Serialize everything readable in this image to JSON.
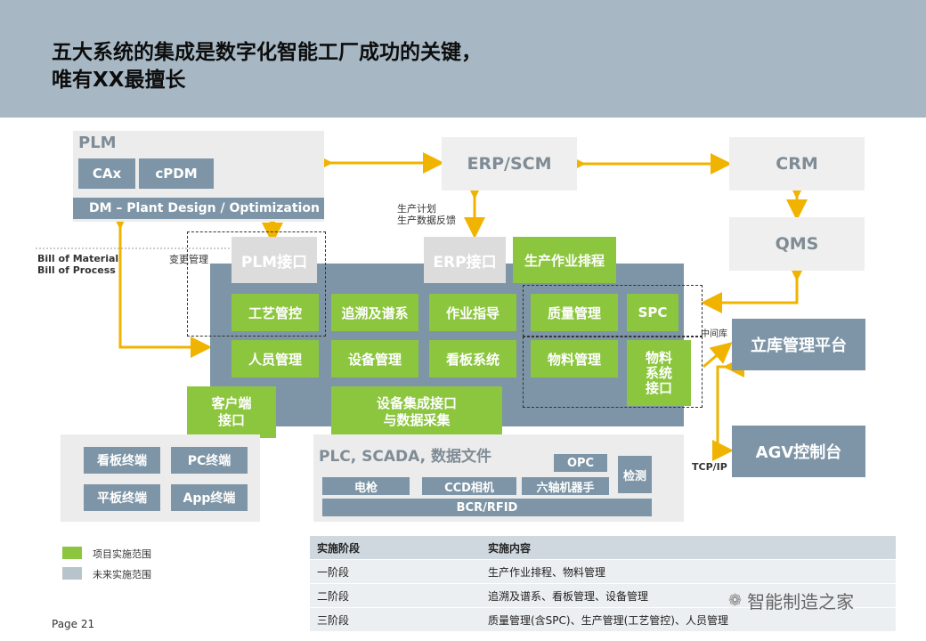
{
  "header": {
    "title_line1": "五大系统的集成是数字化智能工厂成功的关键，",
    "title_line2": "唯有XX最擅长"
  },
  "plm": {
    "label": "PLM",
    "cax": "CAx",
    "cpdm": "cPDM",
    "dm_bar": "DM  – Plant Design / Optimization  S"
  },
  "systems": {
    "erp_scm": "ERP/SCM",
    "crm": "CRM",
    "qms": "QMS",
    "warehouse": "立库管理平台",
    "agv": "AGV控制台"
  },
  "annotations": {
    "production_plan": "生产计划",
    "production_feedback": "生产数据反馈",
    "bom": "Bill of Material",
    "bop": "Bill of Process",
    "change_mgmt": "变更管理",
    "middleware": "中间库",
    "tcpip": "TCP/IP"
  },
  "mes": {
    "plm_interface": "PLM接口",
    "erp_interface": "ERP接口",
    "scheduling": "生产作业排程",
    "process_control": "工艺管控",
    "traceability": "追溯及谱系",
    "work_guidance": "作业指导",
    "quality": "质量管理",
    "spc": "SPC",
    "personnel": "人员管理",
    "equipment": "设备管理",
    "kanban": "看板系统",
    "material": "物料管理",
    "material_iface_1": "物料",
    "material_iface_2": "系统",
    "material_iface_3": "接口",
    "client_iface_1": "客户端",
    "client_iface_2": "接口",
    "device_iface_1": "设备集成接口",
    "device_iface_2": "与数据采集"
  },
  "terminals": {
    "kanban_terminal": "看板终端",
    "pc_terminal": "PC终端",
    "tablet_terminal": "平板终端",
    "app_terminal": "App终端"
  },
  "plc": {
    "label": "PLC, SCADA, 数据文件",
    "opc": "OPC",
    "inspection": "检测",
    "electric_gun": "电枪",
    "ccd_camera": "CCD相机",
    "six_axis_robot": "六轴机器手",
    "bcr_rfid": "BCR/RFID"
  },
  "legend": {
    "in_scope": "项目实施范围",
    "future_scope": "未来实施范围",
    "in_scope_color": "#8cc63f",
    "future_scope_color": "#b8c4cc"
  },
  "table": {
    "col1": "实施阶段",
    "col2": "实施内容",
    "rows": [
      {
        "stage": "一阶段",
        "content": "生产作业排程、物料管理"
      },
      {
        "stage": "二阶段",
        "content": "追溯及谱系、看板管理、设备管理"
      },
      {
        "stage": "三阶段",
        "content": "质量管理(含SPC)、生产管理(工艺管控)、人员管理"
      }
    ]
  },
  "footer": {
    "page": "Page 21",
    "watermark": "智能制造之家"
  }
}
